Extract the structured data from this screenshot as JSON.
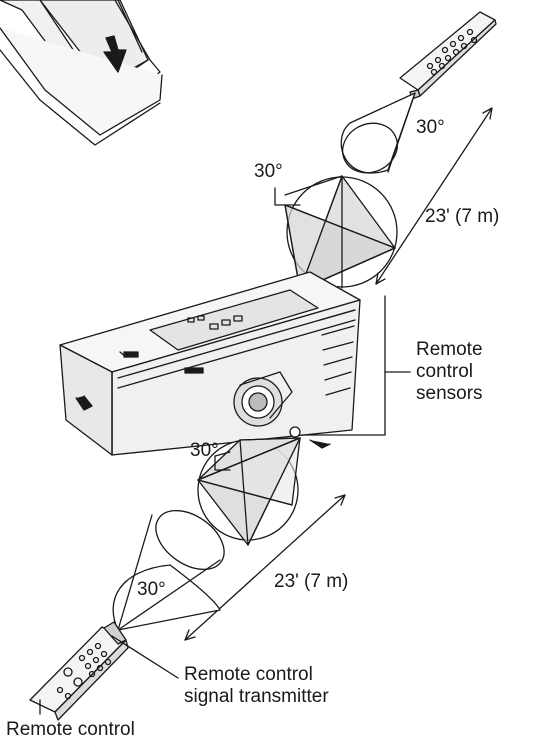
{
  "labels": {
    "angle_top": "30°",
    "angle_upper_left": "30°",
    "distance_top": "23' (7 m)",
    "sensor_line1": "Remote",
    "sensor_line2": "control",
    "sensor_line3": "sensors",
    "angle_lower_left": "30°",
    "distance_bottom": "23' (7 m)",
    "angle_bottom": "30°",
    "transmitter_line1": "Remote control",
    "transmitter_line2": "signal transmitter",
    "remote_control": "Remote control"
  },
  "colors": {
    "line": "#1a1a1a",
    "cone_fill": "#ffffff",
    "wedge_fill": "#d4d4d4",
    "projector_body": "#f3f3f3",
    "panel": "#e4e4e4"
  }
}
